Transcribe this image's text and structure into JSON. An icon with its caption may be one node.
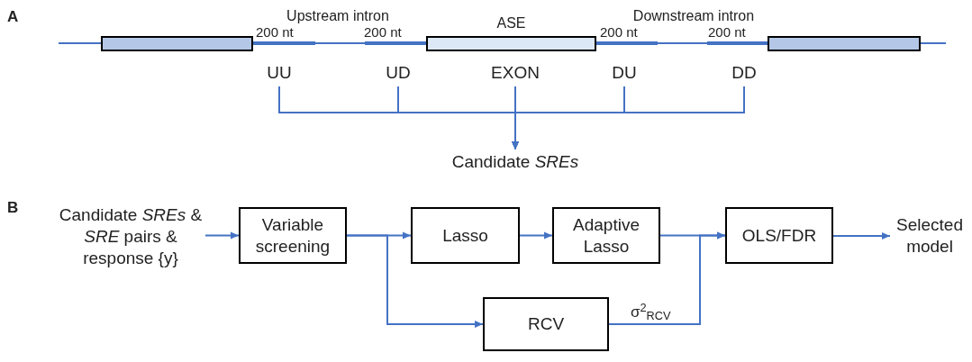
{
  "diagram": {
    "nodes": [
      {
        "text": [],
        "shape": "box"
      },
      {
        "text": [
          "ASE"
        ]
      },
      {
        "text": [],
        "shape": "box"
      },
      {
        "text": [
          "UU"
        ]
      },
      {
        "text": [
          "UD"
        ]
      },
      {
        "text": [
          "EXON"
        ]
      },
      {
        "text": [
          "DU"
        ]
      },
      {
        "text": [
          "DD"
        ]
      },
      {
        "text": [
          "Candidate *SREs*"
        ]
      },
      {
        "text": [
          "Candidate *SREs* & *SRE* pairs & response {y}"
        ]
      },
      {
        "text": [
          "Variable screening"
        ]
      },
      {
        "text": [
          "Lasso"
        ]
      },
      {
        "text": [
          "Adaptive Lasso"
        ]
      },
      {
        "text": [
          "OLS/FDR"
        ]
      },
      {
        "text": [
          "Selected model"
        ]
      },
      {
        "text": [
          "RCV"
        ]
      }
    ],
    "edges": [
      {
        "from": null,
        "to": 0,
        "arrow": "none"
      },
      {
        "from": 0,
        "to": 1,
        "arrow": "none"
      },
      {
        "from": 1,
        "to": 2,
        "arrow": "none"
      },
      {
        "from": 2,
        "to": null,
        "arrow": "none"
      },
      {
        "from": 3,
        "to": 8,
        "arrow": "to"
      },
      {
        "from": 4,
        "to": 8,
        "arrow": "to"
      },
      {
        "from": 5,
        "to": 8,
        "arrow": "to"
      },
      {
        "from": 6,
        "to": 8,
        "arrow": "to"
      },
      {
        "from": 7,
        "to": 8,
        "arrow": "to"
      },
      {
        "from": 9,
        "to": 10,
        "arrow": "to"
      },
      {
        "from": 10,
        "to": 11,
        "arrow": "to"
      },
      {
        "from": 11,
        "to": 12,
        "arrow": "to"
      },
      {
        "from": 12,
        "to": 13,
        "arrow": "to"
      },
      {
        "from": 10,
        "to": 15,
        "arrow": "to"
      },
      {
        "from": 15,
        "to": 13,
        "arrow": "to",
        "label": "σ$^{2}$$_{RCV}$"
      },
      {
        "from": 13,
        "to": 14,
        "arrow": "to"
      }
    ],
    "labels": [
      "A",
      "Upstream intron",
      "Downstream intron",
      "200 nt",
      "200 nt",
      "200 nt",
      "200 nt",
      "B"
    ]
  }
}
